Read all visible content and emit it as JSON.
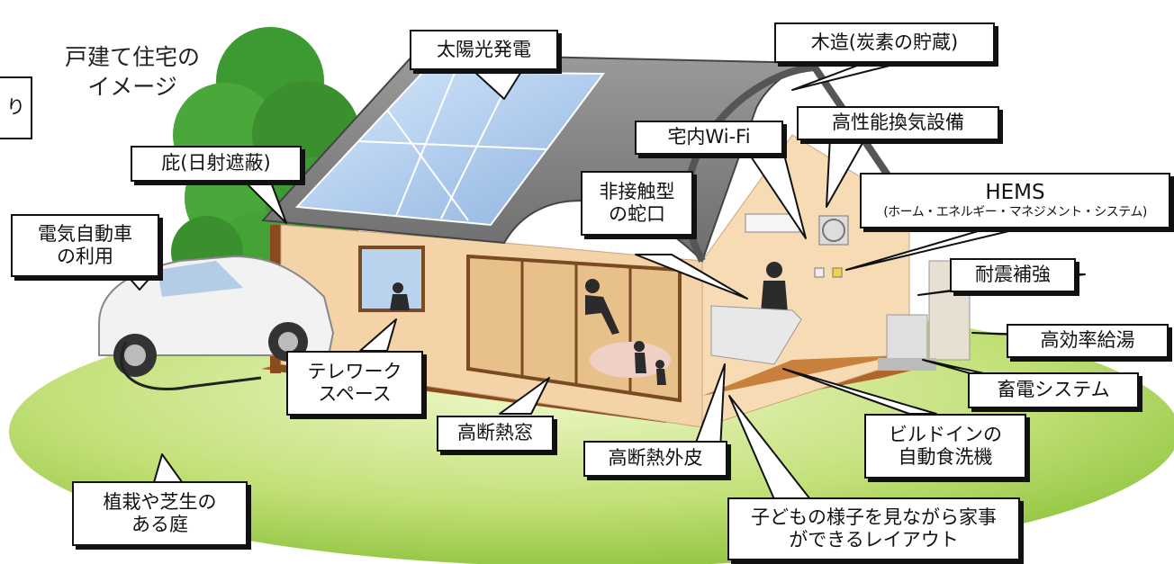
{
  "title": {
    "line1": "戸建て住宅の",
    "line2": "イメージ"
  },
  "partial_box": {
    "text": "り"
  },
  "labels": {
    "solar": "太陽光発電",
    "wooden": "木造(炭素の貯蔵)",
    "ventilation": "高性能換気設備",
    "wifi": "宅内Wi-Fi",
    "eaves": "庇(日射遮蔽)",
    "faucet": [
      "非接触型",
      "の蛇口"
    ],
    "hems": {
      "title": "HEMS",
      "sub": "(ホーム・エネルギー・マネジメント・システム)"
    },
    "ev": [
      "電気自動車",
      "の利用"
    ],
    "seismic": "耐震補強",
    "water_heater": "高効率給湯",
    "battery": "畜電システム",
    "telework": [
      "テレワーク",
      "スペース"
    ],
    "window": "高断熱窓",
    "envelope": "高断熱外皮",
    "dishwasher": [
      "ビルドインの",
      "自動食洗機"
    ],
    "garden": [
      "植栽や芝生の",
      "ある庭"
    ],
    "layout": [
      "子どもの様子を見ながら家事",
      "ができるレイアウト"
    ]
  },
  "colors": {
    "lawn": "#a6cf4a",
    "wall": "#f4d3a8",
    "roof": "#7b7b7b",
    "solar_panel": "#a9c8ec",
    "tree": "#3d9a32",
    "deck": "#b0662a",
    "car": "#f2f2f2"
  }
}
